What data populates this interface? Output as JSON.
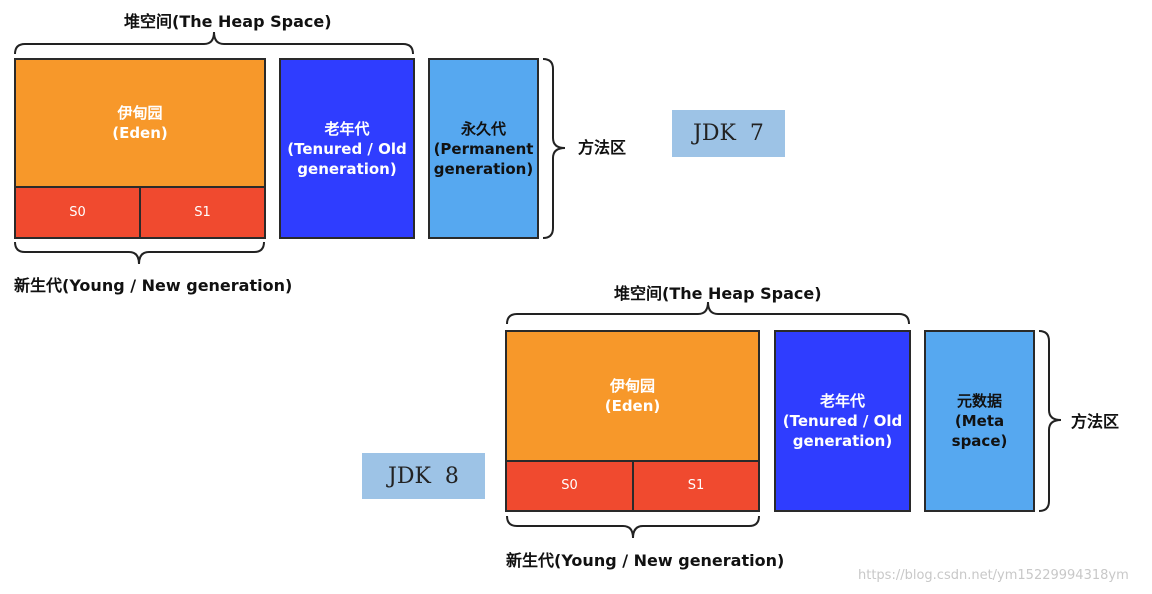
{
  "jdk7": {
    "heap_label": "堆空间(The Heap Space)",
    "eden_label": "伊甸园\n(Eden)",
    "s0_label": "S0",
    "s1_label": "S1",
    "young_label": "新生代(Young / New generation)",
    "old_label": "老年代\n(Tenured / Old\ngeneration)",
    "perm_label": "永久代\n(Permanent\ngeneration)",
    "method_area_label": "方法区",
    "version_label": "JDK  7"
  },
  "jdk8": {
    "heap_label": "堆空间(The Heap Space)",
    "eden_label": "伊甸园\n(Eden)",
    "s0_label": "S0",
    "s1_label": "S1",
    "young_label": "新生代(Young / New generation)",
    "old_label": "老年代\n(Tenured / Old\ngeneration)",
    "meta_label": "元数据\n(Meta space)",
    "method_area_label": "方法区",
    "version_label": "JDK  8"
  },
  "watermark": "https://blog.csdn.net/ym15229994318ym",
  "colors": {
    "eden": "#f7982a",
    "survivor": "#f04a2f",
    "old": "#2f3dff",
    "permanent": "#56a8f0",
    "jdk_label_bg": "#9dc3e6"
  }
}
